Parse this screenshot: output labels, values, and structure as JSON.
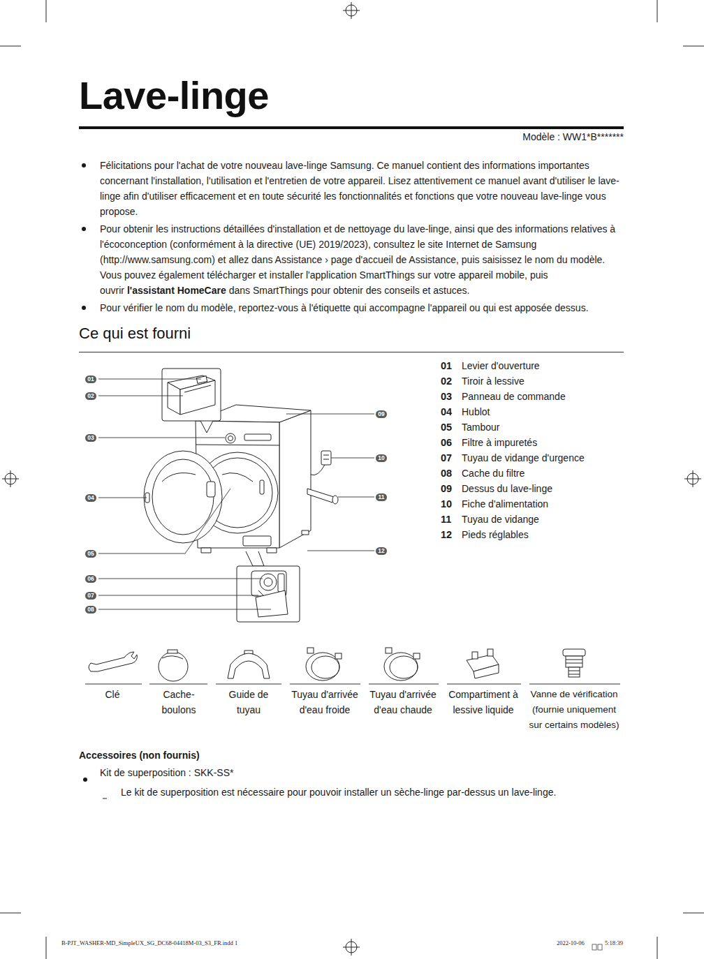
{
  "diagram": {
    "title": "Lave-linge",
    "labels": [
      "Modèle : WW1*B*******",
      "Félicitations pour l'achat de votre nouveau lave-linge Samsung. Ce manuel contient des informations importantes concernant l'installation, l'utilisation et l'entretien de votre appareil. Lisez attentivement ce manuel avant d'utiliser le lave-linge afin d'utiliser efficacement et en toute sécurité les fonctionnalités et fonctions que votre nouveau lave-linge vous propose.",
      "Pour obtenir les instructions détaillées d'installation et de nettoyage du lave-linge, ainsi que des informations relatives à l'écoconception (conformément à la directive (UE) 2019/2023), consultez le site Internet de Samsung (http://www.samsung.com) et allez dans Assistance › page d'accueil de Assistance, puis saisissez le nom du modèle. Vous pouvez également télécharger et installer l'application SmartThings sur votre appareil mobile, puis ouvrir",
      "l'assistant HomeCare",
      "dans SmartThings pour obtenir des conseils et astuces.",
      "Pour vérifier le nom du modèle, reportez-vous à l'étiquette qui accompagne l'appareil ou qui est apposée dessus.",
      "Ce qui est fourni",
      "01",
      "02",
      "03",
      "04",
      "05",
      "06",
      "07",
      "08",
      "09",
      "10",
      "11",
      "12",
      "01",
      "Levier d'ouverture",
      "02",
      "Tiroir à lessive",
      "03",
      "Panneau de commande",
      "04",
      "Hublot",
      "05",
      "Tambour",
      "06",
      "Filtre à impuretés",
      "07",
      "Tuyau de vidange d'urgence",
      "08",
      "Cache du filtre",
      "09",
      "Dessus du lave-linge",
      "10",
      "Fiche d'alimentation",
      "11",
      "Tuyau de vidange",
      "12",
      "Pieds réglables",
      "Clé",
      "Cache-boulons",
      "Guide de tuyau",
      "Tuyau d'arrivée d'eau froide",
      "Tuyau d'arrivée d'eau chaude",
      "Compartiment à lessive liquide",
      "Vanne de vérification (fournie uniquement sur certains modèles)",
      "Accessoires (non fournis)",
      "Kit de superposition : SKK-SS*",
      "Le kit de superposition est nécessaire pour pouvoir installer un sèche-linge par-dessus un lave-linge.",
      "B-PJT_WASHER-MD_SimpleUX_SG_DC68-04418M-03_S3_FR.indd   1",
      "2022-10-06",
      "5:18:39"
    ]
  }
}
